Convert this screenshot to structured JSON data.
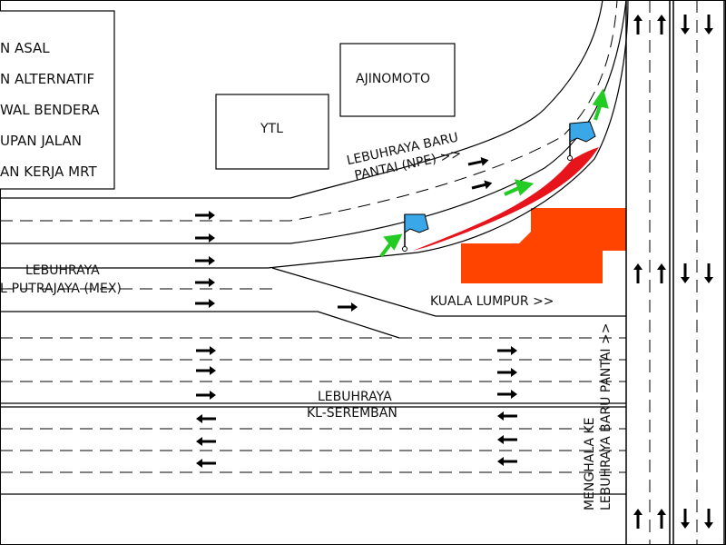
{
  "legend": {
    "items": [
      "N ASAL",
      "N ALTERNATIF",
      "WAL BENDERA",
      "UPAN JALAN",
      "AN KERJA MRT"
    ]
  },
  "buildings": {
    "ajinomoto": "AJINOMOTO",
    "ytl": "YTL"
  },
  "labels": {
    "npe_line1": "LEBUHRAYA BARU",
    "npe_line2": "PANTAI (NPE) >>",
    "mex_line1": "LEBUHRAYA",
    "mex_line2": "L-PUTRAJAYA (MEX)",
    "kuala_lumpur": "KUALA LUMPUR >>",
    "kls_line1": "LEBUHRAYA",
    "kls_line2": "KL-SEREMBAN",
    "vertical_line1": "MENGHALA KE",
    "vertical_line2": "LEBUHRAYA BARU PANTAI >>"
  },
  "colors": {
    "closure_red": "#e8141c",
    "work_zone_orange": "#ff4400",
    "detour_green": "#22cc22",
    "flag_blue": "#3aa8e8"
  }
}
